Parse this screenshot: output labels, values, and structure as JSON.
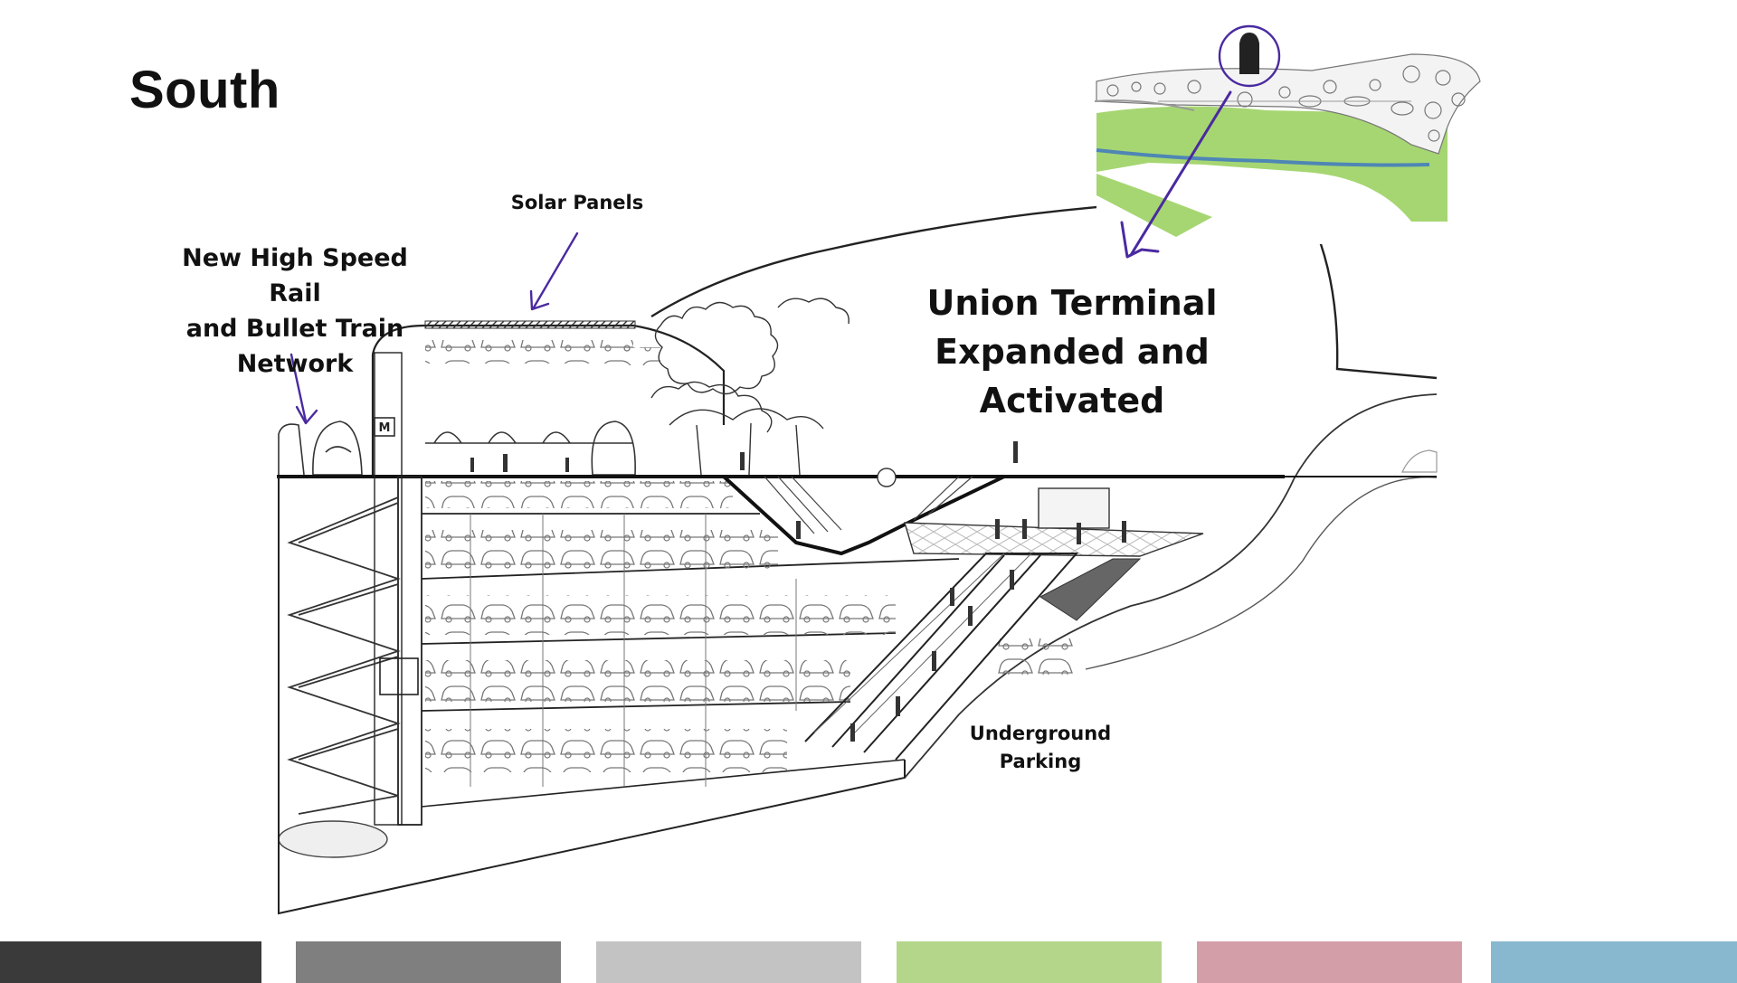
{
  "slide": {
    "title": "South"
  },
  "labels": {
    "rail": [
      "New High Speed Rail",
      "and Bullet Train",
      "Network"
    ],
    "solar": "Solar Panels",
    "terminal": [
      "Union Terminal",
      "Expanded and Activated"
    ],
    "parking": [
      "Underground",
      "Parking"
    ]
  },
  "colors": {
    "ink": "#111111",
    "arrow": "#4a2aa0",
    "map_green": "#a6d672",
    "map_river": "#4e86b5",
    "swatches": [
      "#3a3a3a",
      "#7f7f7f",
      "#c3c3c3",
      "#b3d68a",
      "#d49ea8",
      "#88b8cf"
    ]
  }
}
